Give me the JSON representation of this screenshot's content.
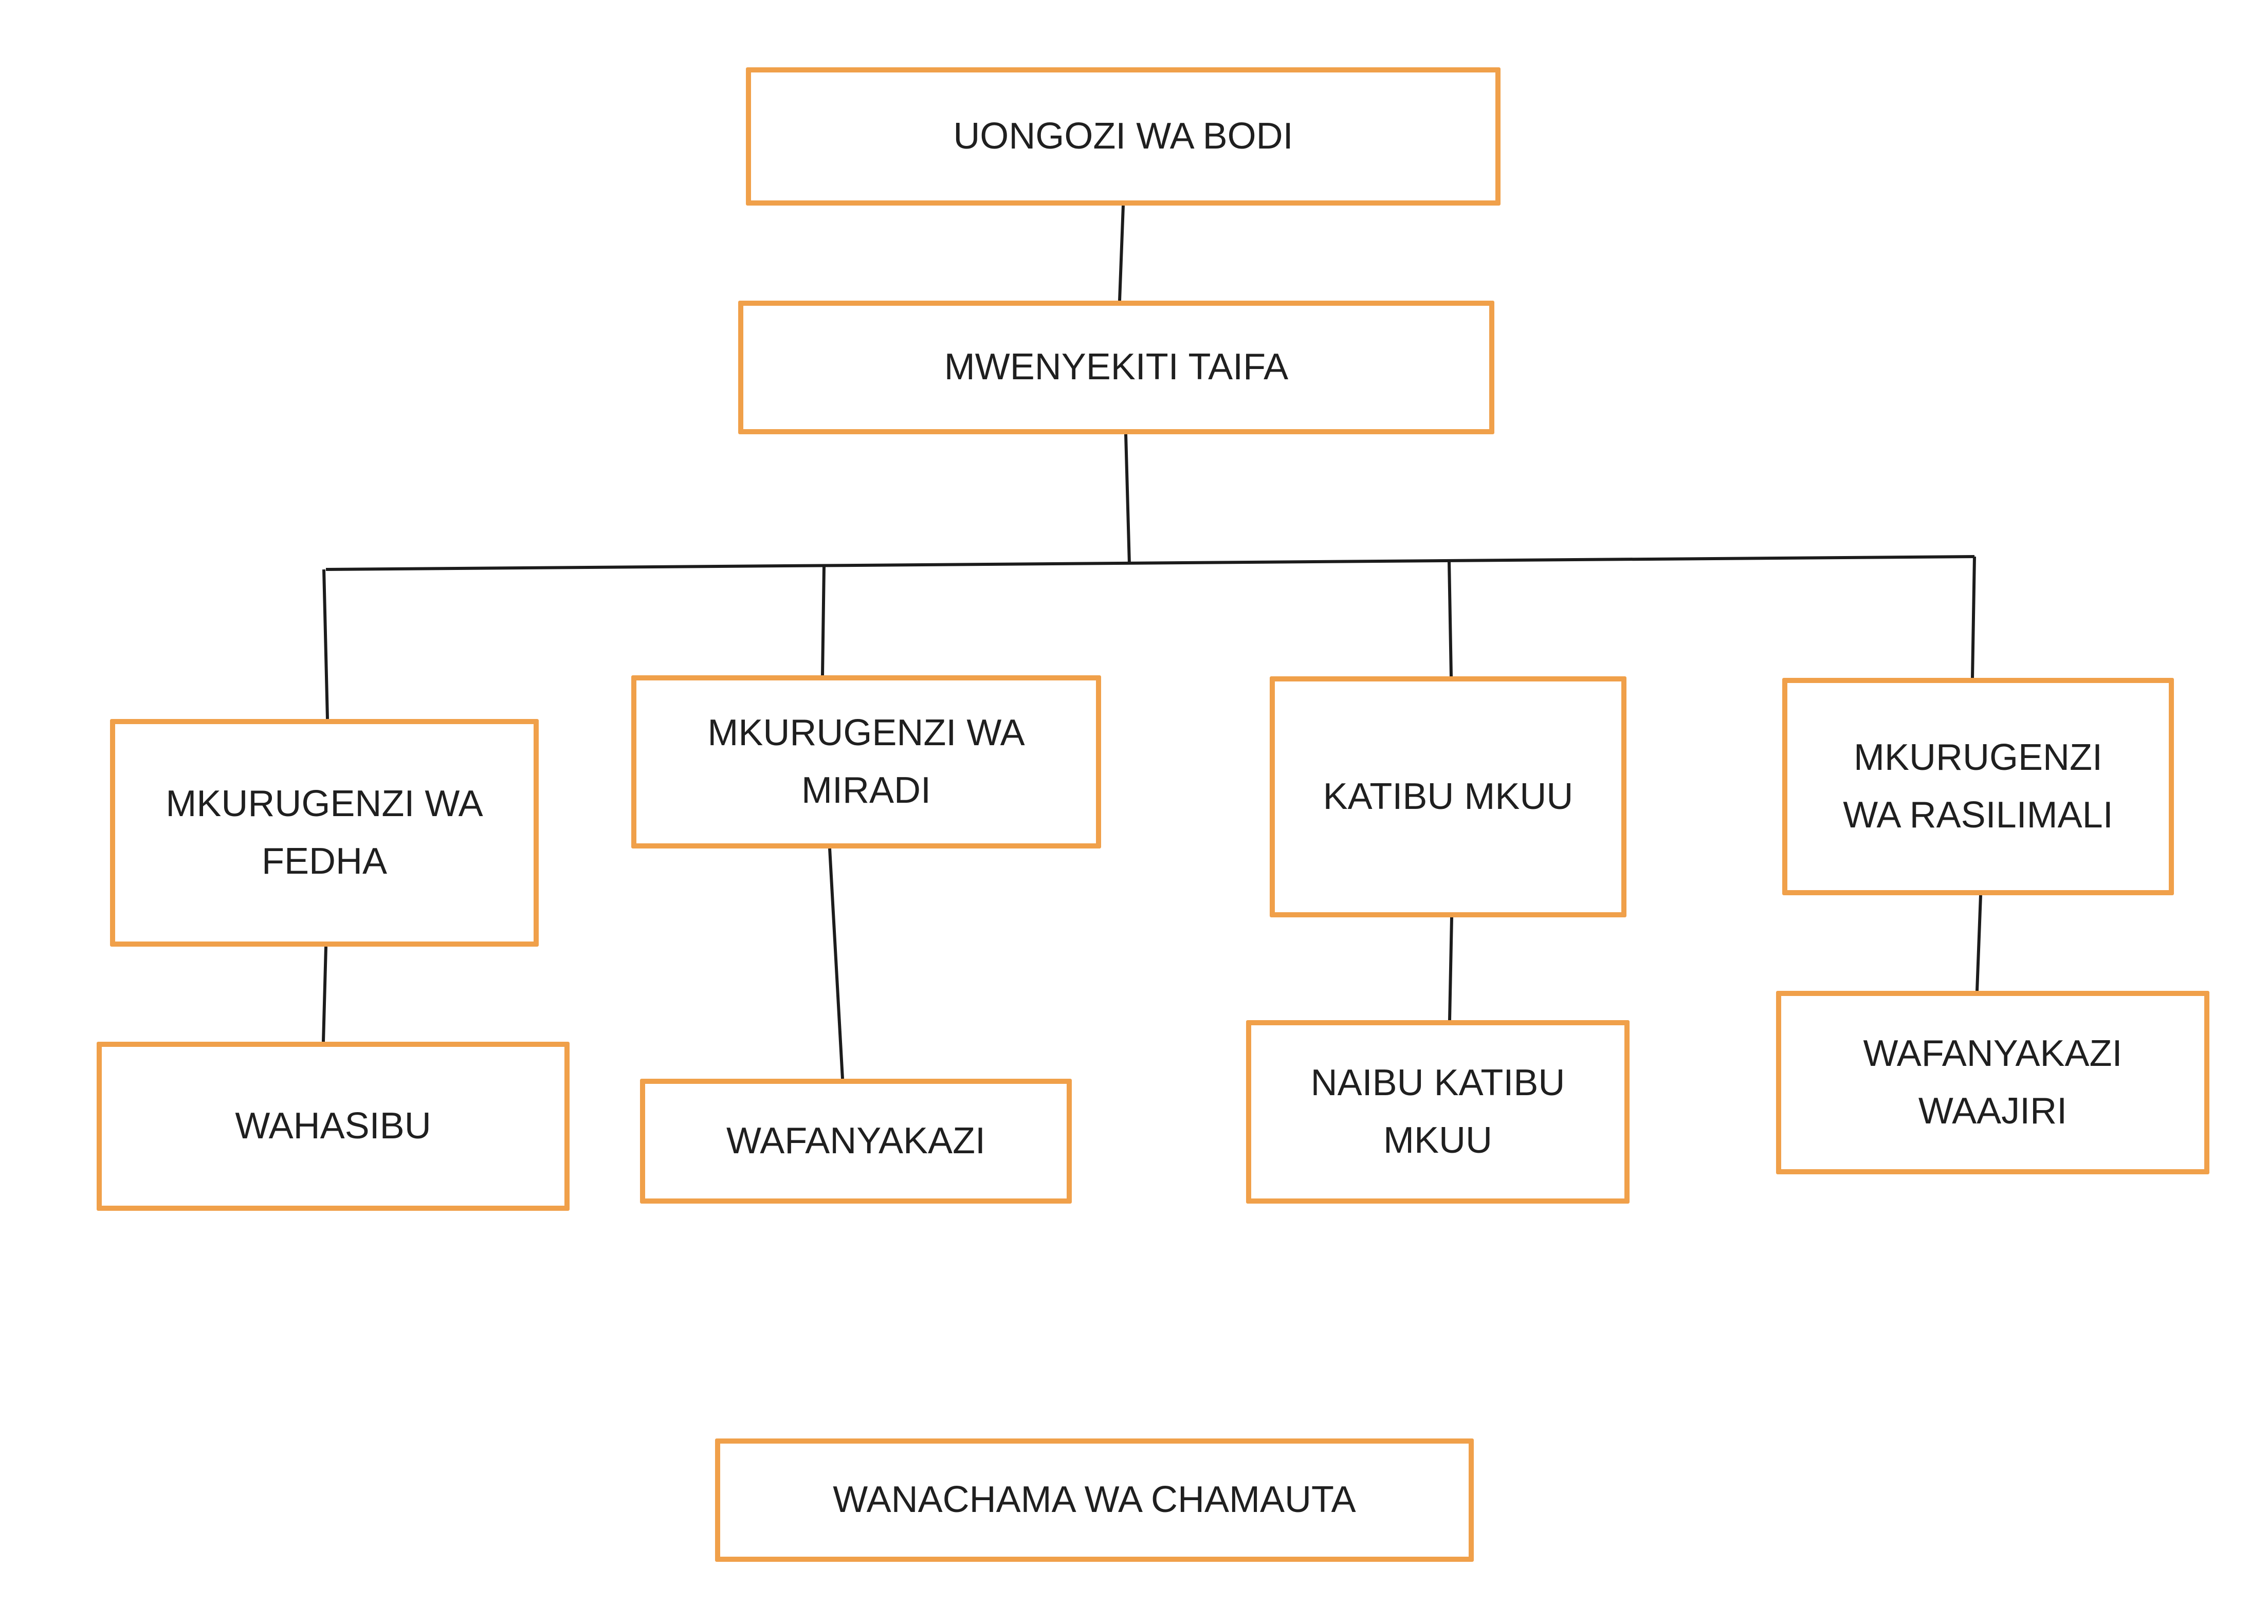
{
  "diagram": {
    "type": "org-chart",
    "accent_color": "#F0A04A",
    "line_color": "#1c1c1c",
    "text_color": "#1f1f1f",
    "nodes": {
      "uongozi": {
        "label": "UONGOZI WA BODI"
      },
      "mwenyekiti": {
        "label": "MWENYEKITI TAIFA"
      },
      "fedha": {
        "label": "MKURUGENZI WA\nFEDHA"
      },
      "miradi": {
        "label": "MKURUGENZI WA\nMIRADI"
      },
      "katibu": {
        "label": "KATIBU MKUU"
      },
      "rasilimali": {
        "label": "MKURUGENZI\nWA RASILIMALI"
      },
      "wahasibu": {
        "label": "WAHASIBU"
      },
      "wafanyakazi": {
        "label": "WAFANYAKAZI"
      },
      "naibu": {
        "label": "NAIBU KATIBU\nMKUU"
      },
      "waajiri": {
        "label": "WAFANYAKAZI\nWAAJIRI"
      },
      "wanachama": {
        "label": "WANACHAMA WA CHAMAUTA"
      }
    },
    "edges": [
      {
        "from": "uongozi",
        "to": "mwenyekiti"
      },
      {
        "from": "mwenyekiti",
        "to": "fedha"
      },
      {
        "from": "mwenyekiti",
        "to": "miradi"
      },
      {
        "from": "mwenyekiti",
        "to": "katibu"
      },
      {
        "from": "mwenyekiti",
        "to": "rasilimali"
      },
      {
        "from": "fedha",
        "to": "wahasibu"
      },
      {
        "from": "miradi",
        "to": "wafanyakazi"
      },
      {
        "from": "katibu",
        "to": "naibu"
      },
      {
        "from": "rasilimali",
        "to": "waajiri"
      }
    ]
  }
}
